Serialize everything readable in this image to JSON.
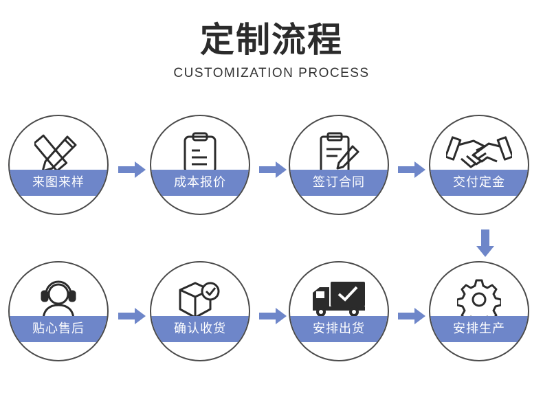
{
  "header": {
    "title": "定制流程",
    "subtitle": "CUSTOMIZATION PROCESS"
  },
  "colors": {
    "accent": "#6e86c9",
    "ring": "#4a4a4a",
    "icon": "#2b2b2b"
  },
  "steps": [
    {
      "label": "来图来样",
      "icon": "ruler-pencil-icon"
    },
    {
      "label": "成本报价",
      "icon": "clipboard-icon"
    },
    {
      "label": "签订合同",
      "icon": "contract-pen-icon"
    },
    {
      "label": "交付定金",
      "icon": "handshake-icon"
    },
    {
      "label": "安排生产",
      "icon": "gear-icon"
    },
    {
      "label": "安排出货",
      "icon": "truck-check-icon"
    },
    {
      "label": "确认收货",
      "icon": "box-check-icon"
    },
    {
      "label": "贴心售后",
      "icon": "headset-agent-icon"
    }
  ]
}
